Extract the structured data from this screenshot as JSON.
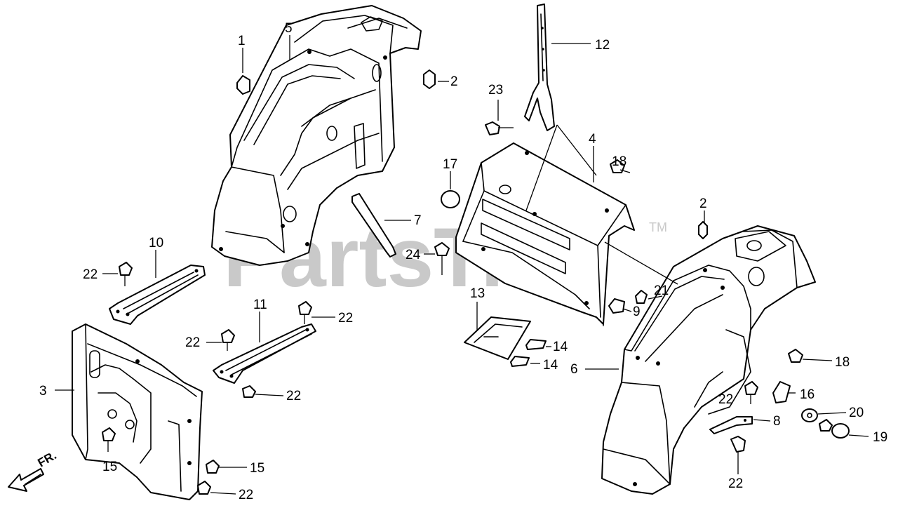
{
  "watermark": {
    "text": "PartsTree",
    "trademark": "TM"
  },
  "direction_indicator": {
    "label": "FR."
  },
  "callouts": [
    {
      "id": "c1",
      "label": "1"
    },
    {
      "id": "c5",
      "label": "5"
    },
    {
      "id": "c2a",
      "label": "2"
    },
    {
      "id": "c12",
      "label": "12"
    },
    {
      "id": "c23",
      "label": "23"
    },
    {
      "id": "c4",
      "label": "4"
    },
    {
      "id": "c17",
      "label": "17"
    },
    {
      "id": "c18a",
      "label": "18"
    },
    {
      "id": "c2b",
      "label": "2"
    },
    {
      "id": "c7",
      "label": "7"
    },
    {
      "id": "c10",
      "label": "10"
    },
    {
      "id": "c22a",
      "label": "22"
    },
    {
      "id": "c24",
      "label": "24"
    },
    {
      "id": "c21",
      "label": "21"
    },
    {
      "id": "c9",
      "label": "9"
    },
    {
      "id": "c11",
      "label": "11"
    },
    {
      "id": "c22b",
      "label": "22"
    },
    {
      "id": "c13",
      "label": "13"
    },
    {
      "id": "c22c",
      "label": "22"
    },
    {
      "id": "c14a",
      "label": "14"
    },
    {
      "id": "c14b",
      "label": "14"
    },
    {
      "id": "c6",
      "label": "6"
    },
    {
      "id": "c18b",
      "label": "18"
    },
    {
      "id": "c3",
      "label": "3"
    },
    {
      "id": "c22d",
      "label": "22"
    },
    {
      "id": "c16",
      "label": "16"
    },
    {
      "id": "c22e",
      "label": "22"
    },
    {
      "id": "c20",
      "label": "20"
    },
    {
      "id": "c8",
      "label": "8"
    },
    {
      "id": "c19",
      "label": "19"
    },
    {
      "id": "c15a",
      "label": "15"
    },
    {
      "id": "c15b",
      "label": "15"
    },
    {
      "id": "c22f",
      "label": "22"
    },
    {
      "id": "c22g",
      "label": "22"
    }
  ],
  "colors": {
    "ink": "#000000",
    "watermark": "#c9c9c9",
    "paper": "#ffffff"
  }
}
